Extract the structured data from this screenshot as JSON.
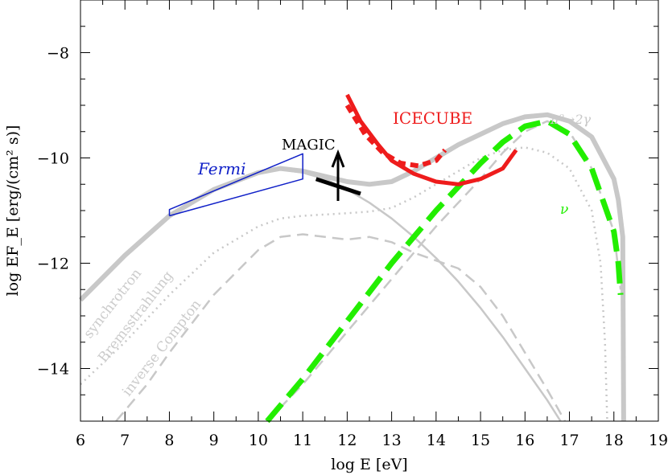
{
  "chart_data": {
    "type": "line",
    "xlabel": "log E [eV]",
    "ylabel": "log EF_E [erg/(cm² s)]",
    "xlim": [
      6,
      19
    ],
    "ylim": [
      -15,
      -7
    ],
    "x_ticks": [
      "6",
      "7",
      "8",
      "9",
      "10",
      "11",
      "12",
      "13",
      "14",
      "15",
      "16",
      "17",
      "18",
      "19"
    ],
    "y_ticks": [
      "−8",
      "−10",
      "−12",
      "−14"
    ],
    "grid": false,
    "colors": {
      "grey": "#c8c8c8",
      "red": "#ee1c1c",
      "green": "#22ee00",
      "blue": "#1020c8",
      "black": "#000000"
    },
    "annotations": {
      "fermi": "Fermi",
      "magic": "MAGIC",
      "icecube": "ICECUBE",
      "pi0": "π⁰→2γ",
      "nu": "ν",
      "synchrotron": "synchrotron",
      "bremsstrahlung": "Bremsstrahlung",
      "inverse_compton": "inverse Compton"
    },
    "series": [
      {
        "style": "thick-grey-total",
        "points": [
          [
            6.0,
            -12.7
          ],
          [
            7.0,
            -11.85
          ],
          [
            8.0,
            -11.1
          ],
          [
            9.0,
            -10.6
          ],
          [
            10.0,
            -10.28
          ],
          [
            10.5,
            -10.2
          ],
          [
            11.0,
            -10.25
          ],
          [
            11.5,
            -10.35
          ],
          [
            12.0,
            -10.45
          ],
          [
            12.5,
            -10.5
          ],
          [
            13.0,
            -10.45
          ],
          [
            13.5,
            -10.25
          ],
          [
            14.0,
            -10.0
          ],
          [
            14.5,
            -9.75
          ],
          [
            15.0,
            -9.55
          ],
          [
            15.5,
            -9.35
          ],
          [
            16.0,
            -9.22
          ],
          [
            16.5,
            -9.18
          ],
          [
            17.0,
            -9.3
          ],
          [
            17.5,
            -9.6
          ],
          [
            18.0,
            -10.4
          ],
          [
            18.1,
            -10.8
          ],
          [
            18.2,
            -11.5
          ],
          [
            18.22,
            -15.0
          ]
        ]
      },
      {
        "style": "solid-grey-synchrotron",
        "points": [
          [
            6.0,
            -12.7
          ],
          [
            7.0,
            -11.85
          ],
          [
            8.0,
            -11.1
          ],
          [
            9.0,
            -10.6
          ],
          [
            10.0,
            -10.3
          ],
          [
            10.5,
            -10.22
          ],
          [
            11.0,
            -10.28
          ],
          [
            11.5,
            -10.4
          ],
          [
            12.0,
            -10.6
          ],
          [
            12.5,
            -10.85
          ],
          [
            13.0,
            -11.15
          ],
          [
            13.5,
            -11.5
          ],
          [
            14.0,
            -11.9
          ],
          [
            14.5,
            -12.35
          ],
          [
            15.0,
            -12.85
          ],
          [
            15.5,
            -13.4
          ],
          [
            16.0,
            -14.0
          ],
          [
            16.5,
            -14.6
          ],
          [
            16.8,
            -15.0
          ]
        ]
      },
      {
        "style": "dotted-grey-bremsstrahlung",
        "points": [
          [
            6.0,
            -14.3
          ],
          [
            7.0,
            -13.5
          ],
          [
            8.0,
            -12.6
          ],
          [
            9.0,
            -11.8
          ],
          [
            10.0,
            -11.3
          ],
          [
            10.5,
            -11.15
          ],
          [
            11.0,
            -11.1
          ],
          [
            12.0,
            -11.05
          ],
          [
            12.5,
            -11.02
          ],
          [
            13.0,
            -10.95
          ],
          [
            13.5,
            -10.75
          ],
          [
            14.0,
            -10.5
          ],
          [
            14.5,
            -10.25
          ],
          [
            15.0,
            -10.0
          ],
          [
            15.5,
            -9.85
          ],
          [
            16.0,
            -9.8
          ],
          [
            16.5,
            -9.9
          ],
          [
            17.0,
            -10.2
          ],
          [
            17.5,
            -11.0
          ],
          [
            17.7,
            -12.0
          ],
          [
            17.8,
            -13.5
          ],
          [
            17.85,
            -15.0
          ]
        ]
      },
      {
        "style": "dashed-grey-inverse-compton",
        "points": [
          [
            6.8,
            -15.0
          ],
          [
            7.5,
            -14.3
          ],
          [
            8.0,
            -13.7
          ],
          [
            9.0,
            -12.6
          ],
          [
            10.0,
            -11.75
          ],
          [
            10.5,
            -11.5
          ],
          [
            11.0,
            -11.45
          ],
          [
            11.5,
            -11.5
          ],
          [
            12.0,
            -11.55
          ],
          [
            12.5,
            -11.5
          ],
          [
            13.0,
            -11.6
          ],
          [
            13.5,
            -11.8
          ],
          [
            14.0,
            -11.95
          ],
          [
            14.5,
            -12.1
          ],
          [
            15.0,
            -12.45
          ],
          [
            15.5,
            -13.0
          ],
          [
            16.0,
            -13.7
          ],
          [
            16.5,
            -14.4
          ],
          [
            16.9,
            -15.0
          ]
        ]
      },
      {
        "style": "dashed-grey-pion",
        "points": [
          [
            10.2,
            -15.0
          ],
          [
            11.0,
            -14.3
          ],
          [
            12.0,
            -13.3
          ],
          [
            13.0,
            -12.3
          ],
          [
            14.0,
            -11.3
          ],
          [
            15.0,
            -10.4
          ],
          [
            15.5,
            -9.9
          ],
          [
            16.0,
            -9.5
          ],
          [
            16.5,
            -9.3
          ],
          [
            17.0,
            -9.5
          ],
          [
            17.5,
            -10.2
          ],
          [
            18.0,
            -11.4
          ],
          [
            18.15,
            -12.5
          ]
        ]
      },
      {
        "style": "dashed-green-neutrino",
        "points": [
          [
            10.2,
            -15.0
          ],
          [
            11.0,
            -14.2
          ],
          [
            12.0,
            -13.1
          ],
          [
            13.0,
            -12.0
          ],
          [
            14.0,
            -11.0
          ],
          [
            15.0,
            -10.1
          ],
          [
            15.5,
            -9.7
          ],
          [
            16.0,
            -9.4
          ],
          [
            16.5,
            -9.3
          ],
          [
            17.0,
            -9.55
          ],
          [
            17.5,
            -10.2
          ],
          [
            18.0,
            -11.4
          ],
          [
            18.1,
            -12.0
          ],
          [
            18.15,
            -12.6
          ]
        ]
      },
      {
        "style": "solid-red-icecube",
        "points": [
          [
            12.0,
            -8.8
          ],
          [
            12.3,
            -9.3
          ],
          [
            12.7,
            -9.75
          ],
          [
            13.0,
            -10.05
          ],
          [
            13.5,
            -10.3
          ],
          [
            14.0,
            -10.45
          ],
          [
            14.5,
            -10.5
          ],
          [
            15.0,
            -10.4
          ],
          [
            15.5,
            -10.2
          ],
          [
            15.8,
            -9.85
          ]
        ]
      },
      {
        "style": "dotted-red-icecube",
        "points": [
          [
            12.0,
            -9.0
          ],
          [
            12.4,
            -9.55
          ],
          [
            12.8,
            -9.9
          ],
          [
            13.2,
            -10.1
          ],
          [
            13.6,
            -10.15
          ],
          [
            14.0,
            -10.05
          ],
          [
            14.2,
            -9.85
          ]
        ]
      },
      {
        "style": "fermi-bowtie",
        "points": [
          [
            8.0,
            -11.1
          ],
          [
            8.0,
            -10.98
          ],
          [
            11.0,
            -9.92
          ],
          [
            11.0,
            -10.4
          ],
          [
            8.0,
            -11.1
          ]
        ]
      },
      {
        "style": "magic-limit",
        "points": [
          [
            11.3,
            -10.4
          ],
          [
            12.3,
            -10.68
          ]
        ]
      }
    ]
  }
}
